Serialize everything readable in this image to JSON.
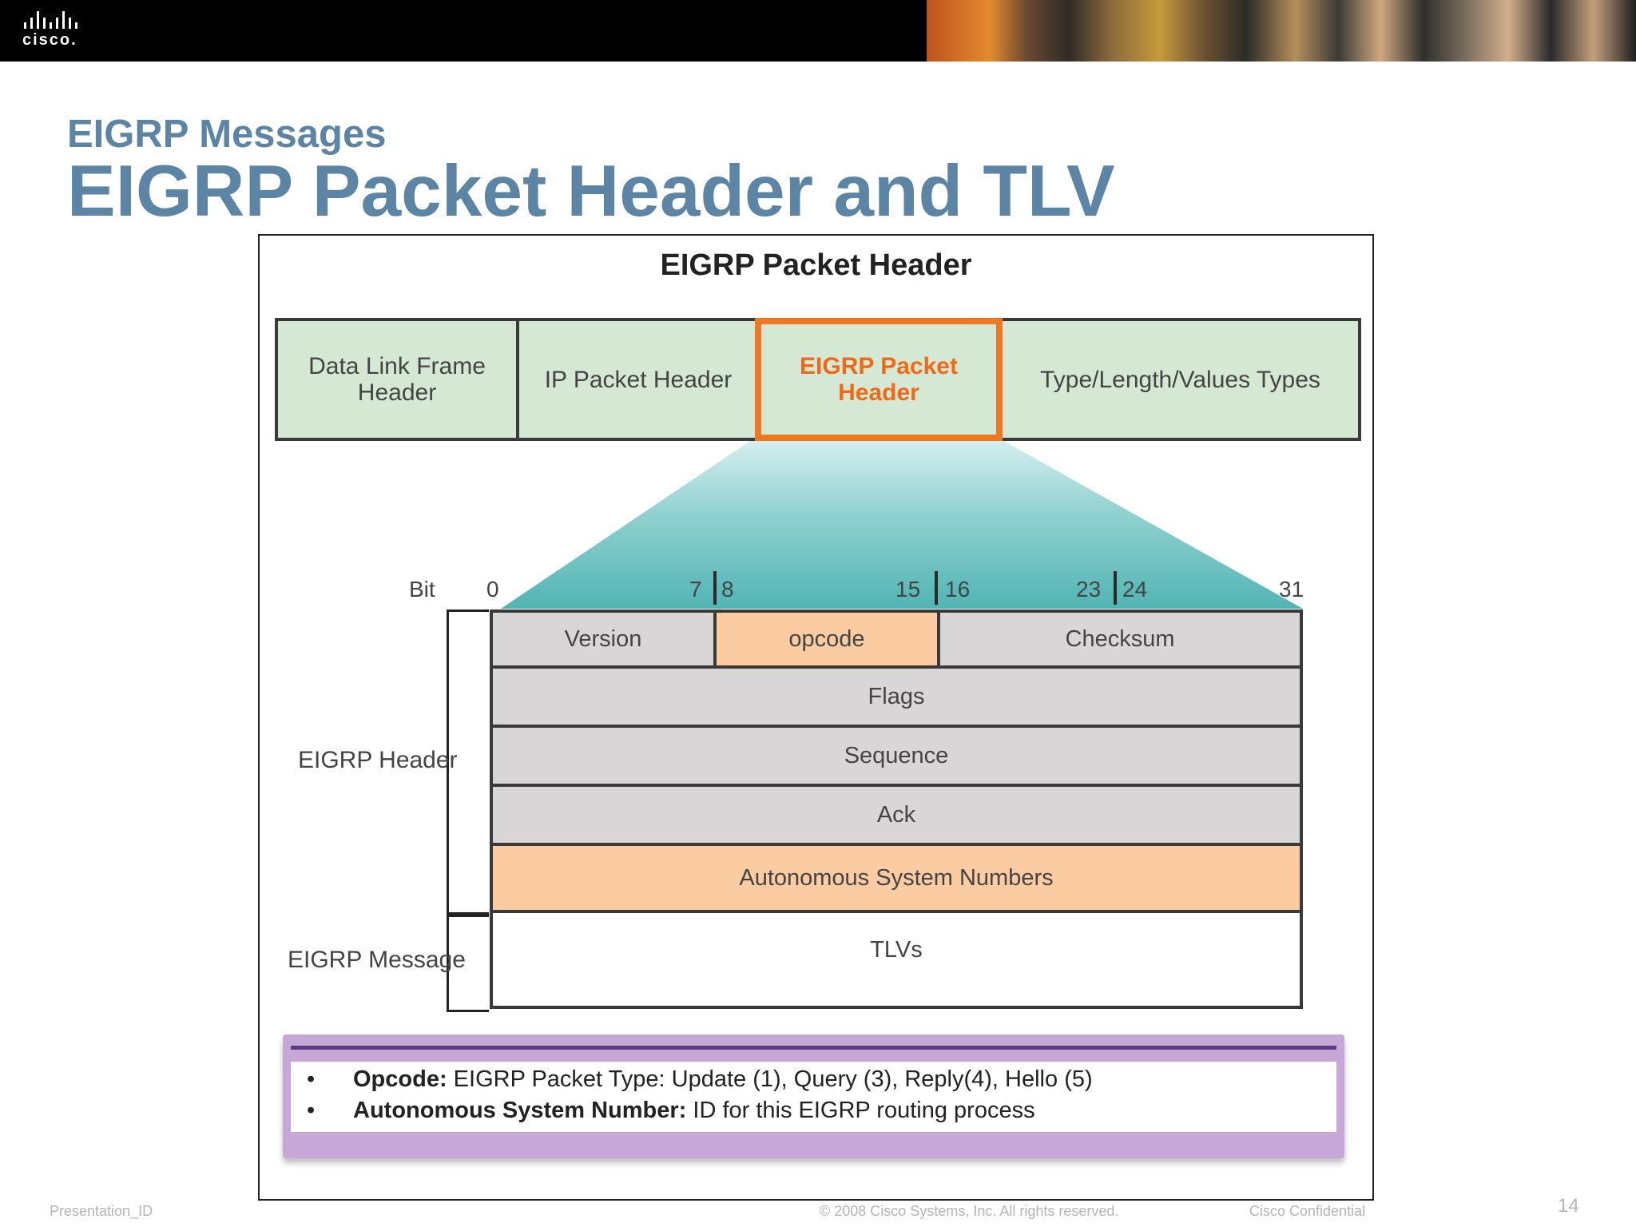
{
  "banner": {
    "logo_text": "cisco."
  },
  "slide": {
    "subtitle": "EIGRP Messages",
    "title": "EIGRP Packet Header and TLV"
  },
  "figure": {
    "title": "EIGRP Packet Header",
    "frame": {
      "data_link": "Data Link Frame Header",
      "ip": "IP Packet Header",
      "eigrp": "EIGRP Packet Header",
      "tlv": "Type/Length/Values Types"
    },
    "bits": {
      "label": "Bit",
      "b0": "0",
      "b7": "7",
      "b8": "8",
      "b15": "15",
      "b16": "16",
      "b23": "23",
      "b24": "24",
      "b31": "31"
    },
    "fields": {
      "version": "Version",
      "opcode": "opcode",
      "checksum": "Checksum",
      "flags": "Flags",
      "sequence": "Sequence",
      "ack": "Ack",
      "asn": "Autonomous System Numbers",
      "tlvs": "TLVs"
    },
    "brackets": {
      "header": "EIGRP Header",
      "message": "EIGRP Message"
    },
    "notes": [
      {
        "bullet": "•",
        "term": "Opcode:",
        "text": " EIGRP Packet Type: Update (1), Query (3), Reply(4), Hello (5)"
      },
      {
        "bullet": "•",
        "term": "Autonomous System Number:",
        "text": " ID for this EIGRP routing process"
      }
    ]
  },
  "footer": {
    "presentation_id": "Presentation_ID",
    "copyright": "© 2008 Cisco Systems, Inc. All rights reserved.",
    "confidential": "Cisco Confidential",
    "page": "14"
  },
  "colors": {
    "title": "#5c84a4",
    "frame_box": "#d5e8d4",
    "highlight": "#ee7722",
    "field_gray": "#d8d6d7",
    "field_peach": "#fbcba2",
    "fan_teal": "#52b4b4",
    "notes_purple": "#c7a7d8"
  }
}
